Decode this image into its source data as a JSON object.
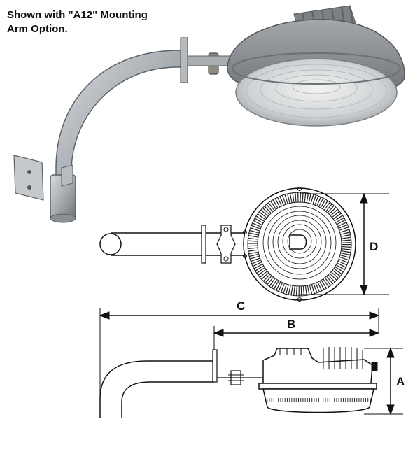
{
  "caption": {
    "line1": "Shown with \"A12\" Mounting",
    "line2": "Arm Option."
  },
  "dimensions": {
    "a": "A",
    "b": "B",
    "c": "C",
    "d": "D"
  },
  "colors": {
    "metal": "#9ea3a8",
    "housing": "#8c9094",
    "line": "#111111"
  }
}
